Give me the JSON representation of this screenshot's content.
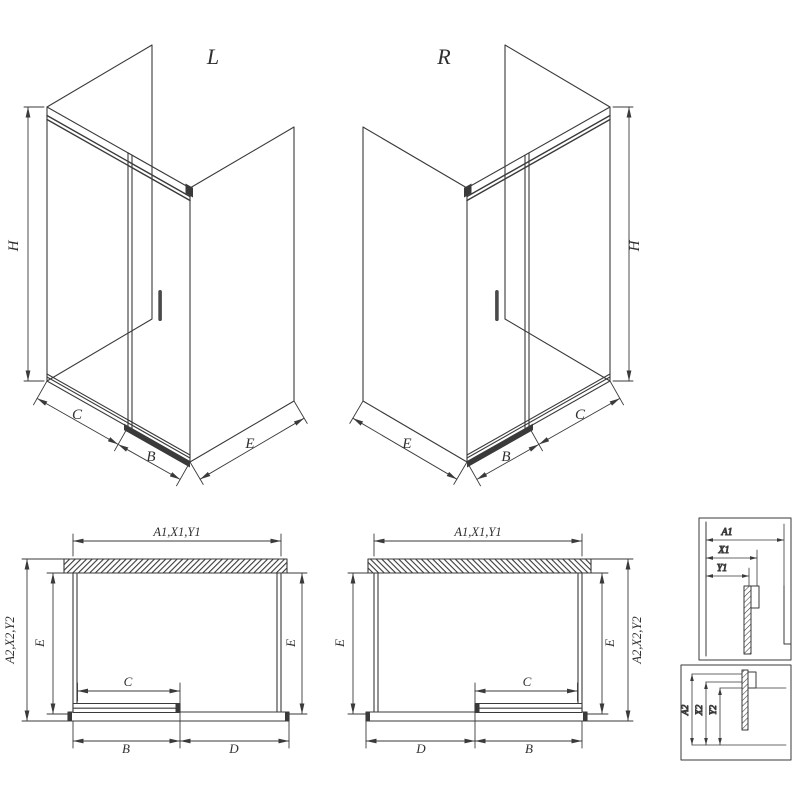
{
  "drawing": {
    "iso_left": {
      "variant": "L",
      "height": "H",
      "fixed_width": "C",
      "door_width": "B",
      "side_depth": "E"
    },
    "iso_right": {
      "variant": "R",
      "height": "H",
      "fixed_width": "C",
      "door_width": "B",
      "side_depth": "E"
    },
    "plan_left": {
      "width_top": "A1,X1,Y1",
      "depth_outer": "A2,X2,Y2",
      "depth_left": "E",
      "depth_right": "E",
      "opening": "C",
      "door": "B",
      "fixed": "D"
    },
    "plan_right": {
      "width_top": "A1,X1,Y1",
      "depth_outer": "A2,X2,Y2",
      "depth_left": "E",
      "depth_right": "E",
      "opening": "C",
      "door": "B",
      "fixed": "D"
    },
    "detail_width": {
      "dims": [
        "A1",
        "X1",
        "Y1"
      ]
    },
    "detail_depth": {
      "dims": [
        "A2",
        "X2",
        "Y2"
      ]
    },
    "colors": {
      "line": "#3a3a3a",
      "background": "#ffffff"
    }
  }
}
